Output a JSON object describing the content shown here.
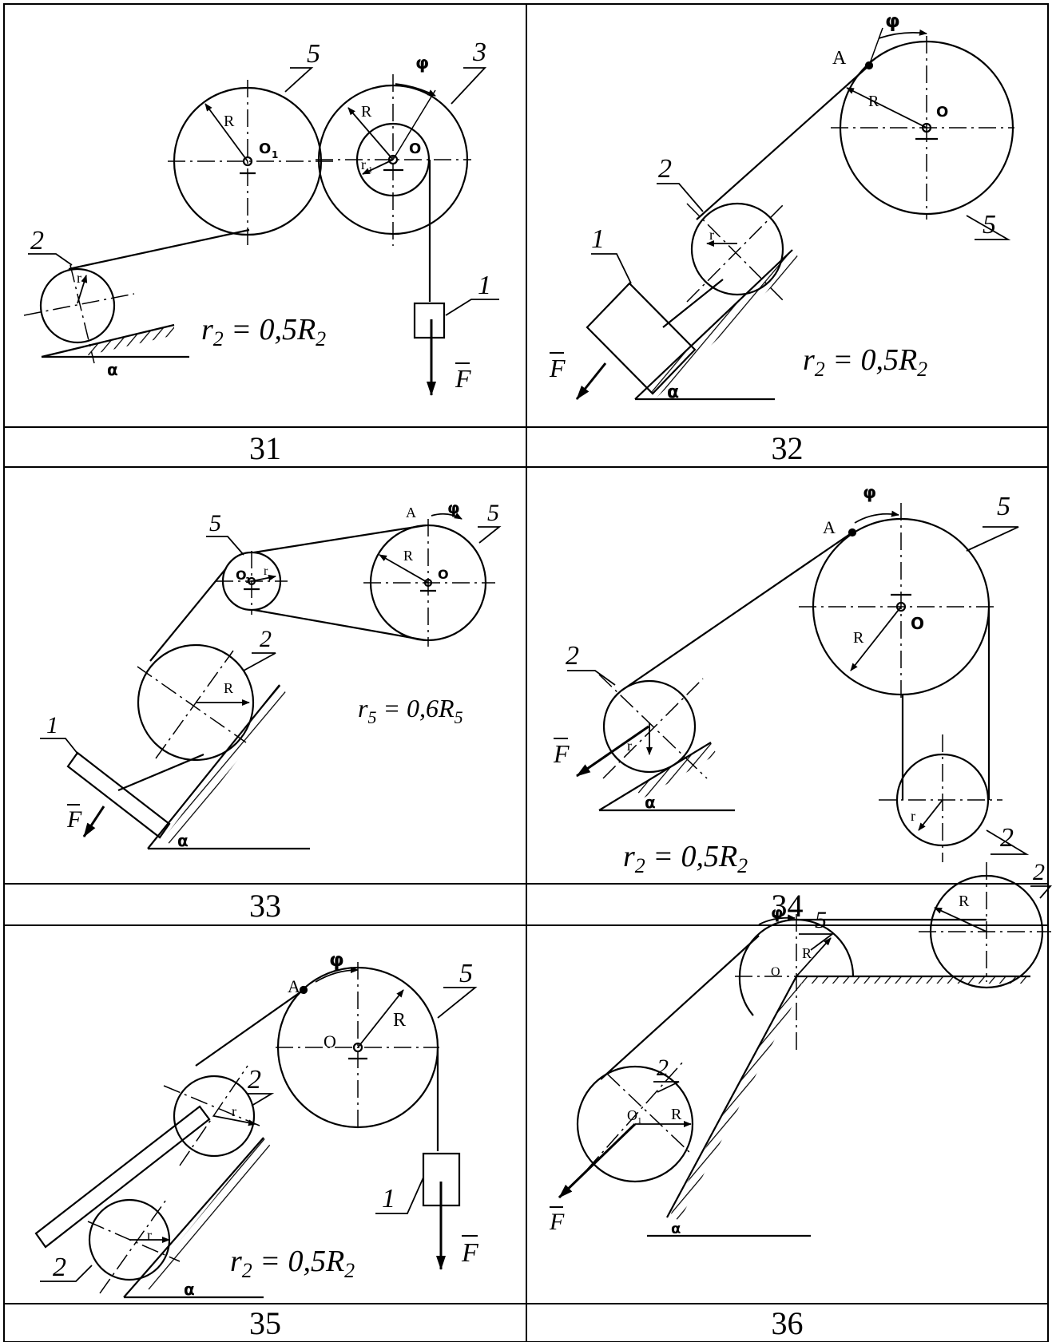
{
  "variants": [
    {
      "number": "31",
      "formula": {
        "r": "r",
        "sub": "2",
        "mid": " = 0,5",
        "R": "R",
        "sub2": "2"
      }
    },
    {
      "number": "32",
      "formula": {
        "r": "r",
        "sub": "2",
        "mid": " = 0,5",
        "R": "R",
        "sub2": "2"
      }
    },
    {
      "number": "33",
      "formula": {
        "r": "r",
        "sub": "5",
        "mid": " = 0,6",
        "R": "R",
        "sub2": "5"
      }
    },
    {
      "number": "34",
      "formula": {
        "r": "r",
        "sub": "2",
        "mid": " = 0,5",
        "R": "R",
        "sub2": "2"
      }
    },
    {
      "number": "35",
      "formula": {
        "r": "r",
        "sub": "2",
        "mid": " = 0,5",
        "R": "R",
        "sub2": "2"
      }
    },
    {
      "number": "36"
    }
  ],
  "symbols": {
    "R": "R",
    "r": "r",
    "r_sub": "r",
    "r_sub_index": "1",
    "O": "O",
    "O1": "O",
    "O1_sub": "1",
    "O1_sub_36": "1",
    "A": "A",
    "phi": "φ",
    "alpha": "α",
    "F": "F",
    "n1": "1",
    "n2": "2",
    "n3": "3",
    "n5": "5"
  }
}
